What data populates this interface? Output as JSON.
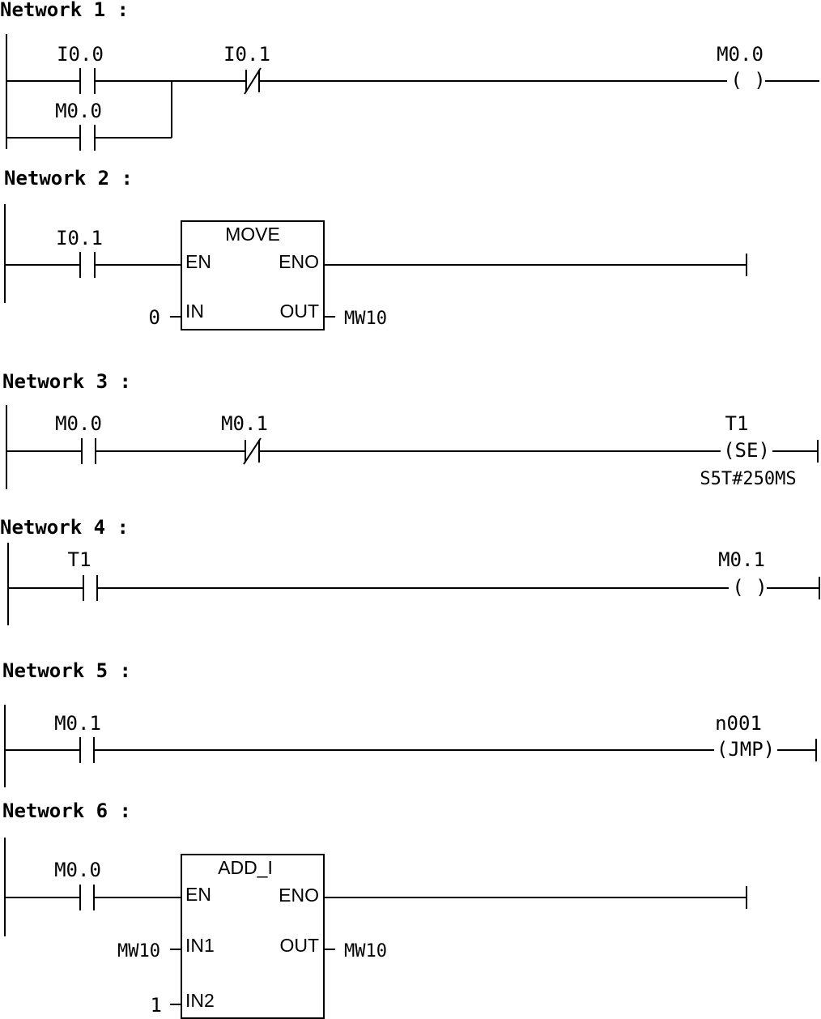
{
  "networks": [
    {
      "title": "Network 1 :",
      "contacts": [
        {
          "label": "I0.0",
          "type": "NO"
        },
        {
          "label": "M0.0",
          "type": "NO"
        },
        {
          "label": "I0.1",
          "type": "NC"
        }
      ],
      "coil": {
        "label": "M0.0",
        "symbol": "( )"
      }
    },
    {
      "title": "Network 2 :",
      "contacts": [
        {
          "label": "I0.1",
          "type": "NO"
        }
      ],
      "box": {
        "name": "MOVE",
        "en": "EN",
        "eno": "ENO",
        "inputs": [
          {
            "pin": "IN",
            "operand": "0"
          }
        ],
        "output": {
          "pin": "OUT",
          "operand": "MW10"
        }
      }
    },
    {
      "title": "Network 3 :",
      "contacts": [
        {
          "label": "M0.0",
          "type": "NO"
        },
        {
          "label": "M0.1",
          "type": "NC"
        }
      ],
      "coil": {
        "label": "T1",
        "symbol": "(SE)",
        "parameter": "S5T#250MS"
      }
    },
    {
      "title": "Network 4 :",
      "contacts": [
        {
          "label": "T1",
          "type": "NO"
        }
      ],
      "coil": {
        "label": "M0.1",
        "symbol": "( )"
      }
    },
    {
      "title": "Network 5 :",
      "contacts": [
        {
          "label": "M0.1",
          "type": "NO"
        }
      ],
      "coil": {
        "label": "n001",
        "symbol": "(JMP)"
      }
    },
    {
      "title": "Network 6 :",
      "contacts": [
        {
          "label": "M0.0",
          "type": "NO"
        }
      ],
      "box": {
        "name": "ADD_I",
        "en": "EN",
        "eno": "ENO",
        "inputs": [
          {
            "pin": "IN1",
            "operand": "MW10"
          },
          {
            "pin": "IN2",
            "operand": "1"
          }
        ],
        "output": {
          "pin": "OUT",
          "operand": "MW10"
        }
      }
    }
  ]
}
